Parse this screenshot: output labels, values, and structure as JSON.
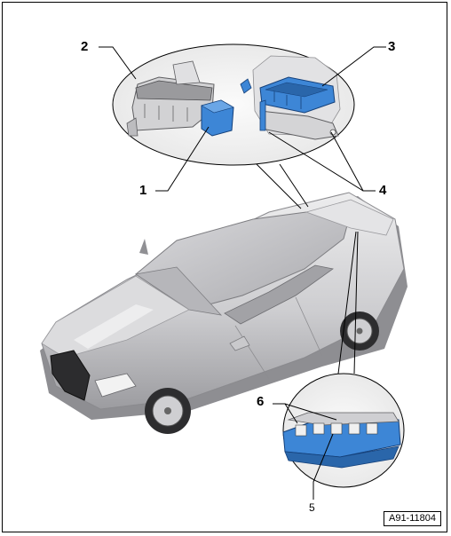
{
  "callouts": {
    "c1": "1",
    "c2": "2",
    "c3": "3",
    "c4": "4",
    "c5": "5",
    "c6": "6"
  },
  "figure_id": "A91-11804",
  "colors": {
    "module_blue": "#3d86d6",
    "body_gray": "#cfcfd2",
    "outline": "#000000"
  }
}
